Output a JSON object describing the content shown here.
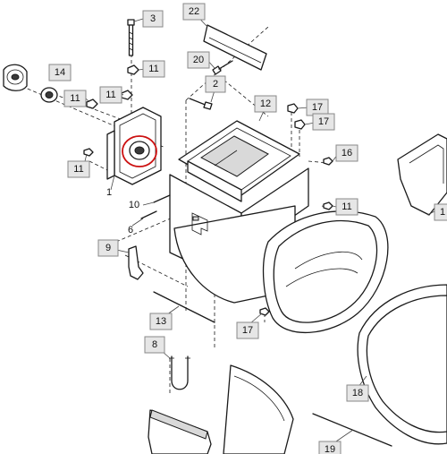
{
  "highlight_color": "#cc1111",
  "callouts": [
    {
      "id": "c3",
      "label": "3"
    },
    {
      "id": "c22",
      "label": "22"
    },
    {
      "id": "c14",
      "label": "14"
    },
    {
      "id": "c11a",
      "label": "11"
    },
    {
      "id": "c20",
      "label": "20"
    },
    {
      "id": "c11b",
      "label": "11"
    },
    {
      "id": "c11c",
      "label": "11"
    },
    {
      "id": "c2",
      "label": "2"
    },
    {
      "id": "c12",
      "label": "12"
    },
    {
      "id": "c17a",
      "label": "17"
    },
    {
      "id": "c17b",
      "label": "17"
    },
    {
      "id": "c16",
      "label": "16"
    },
    {
      "id": "c11d",
      "label": "11"
    },
    {
      "id": "c11e",
      "label": "11"
    },
    {
      "id": "c9",
      "label": "9"
    },
    {
      "id": "c13",
      "label": "13"
    },
    {
      "id": "c17c",
      "label": "17"
    },
    {
      "id": "c8",
      "label": "8"
    },
    {
      "id": "c18",
      "label": "18"
    },
    {
      "id": "c19",
      "label": "19"
    },
    {
      "id": "c1r",
      "label": "1"
    }
  ],
  "plain_labels": [
    {
      "id": "p1",
      "label": "1"
    },
    {
      "id": "p10",
      "label": "10"
    },
    {
      "id": "p6",
      "label": "6"
    }
  ]
}
